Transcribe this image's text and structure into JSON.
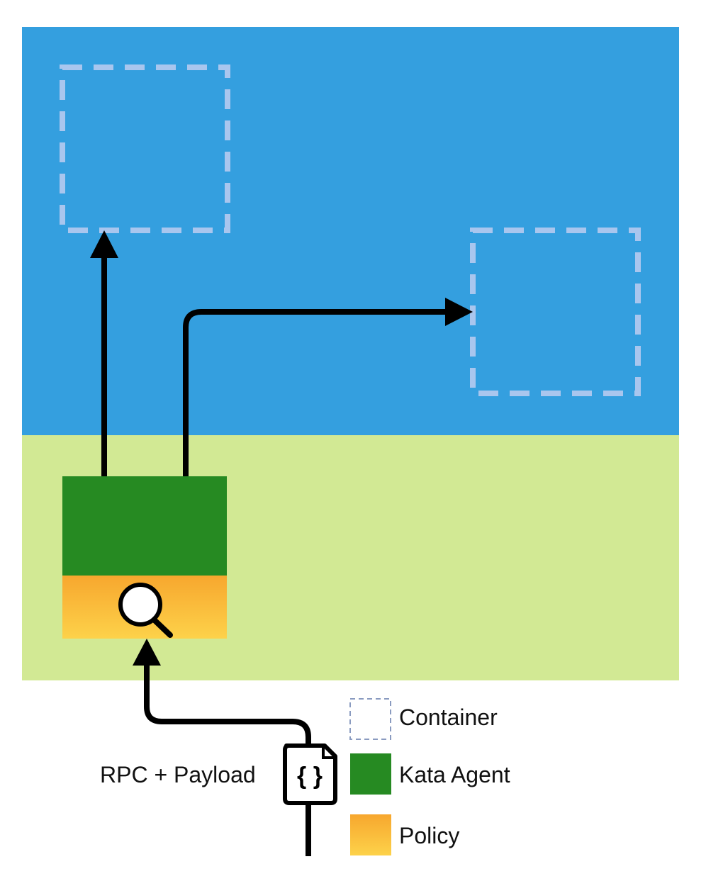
{
  "colors": {
    "vm_background": "#349fdf",
    "host_background": "#d2e994",
    "container_outline": "#a9c6ee",
    "kata_agent": "#268a22",
    "policy_top": "#f7a72e",
    "policy_bottom": "#fdd24a",
    "arrow": "#000000"
  },
  "icons": {
    "policy": "magnifier-icon",
    "payload": "json-document-icon"
  },
  "rpc_label": "RPC + Payload",
  "legend": {
    "container": "Container",
    "kata_agent": "Kata Agent",
    "policy": "Policy"
  }
}
